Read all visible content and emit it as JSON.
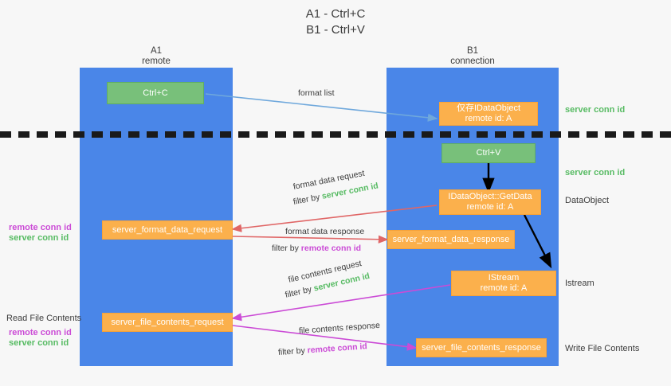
{
  "title": {
    "line1": "A1 - Ctrl+C",
    "line2": "B1 - Ctrl+V"
  },
  "columns": {
    "left": {
      "name": "A1",
      "role": "remote"
    },
    "right": {
      "name": "B1",
      "role": "connection"
    }
  },
  "colors": {
    "lane": "#4a86e8",
    "green_box": "#78c07a",
    "orange_box": "#fbb04c",
    "server_conn_id": "#57bb63",
    "remote_conn_id": "#cb4bd6",
    "arrow_blue": "#6fa8dc",
    "arrow_red": "#e06666",
    "arrow_magenta": "#cb4bd6",
    "arrow_black": "#000000",
    "divider": "#1a1a1a"
  },
  "boxes": {
    "ctrl_c": {
      "line1": "Ctrl+C",
      "line2": ""
    },
    "ctrl_v": {
      "line1": "Ctrl+V",
      "line2": ""
    },
    "idataobject": {
      "line1": "仅存IDataObject",
      "line2": "remote id: A"
    },
    "getdata": {
      "line1": "IDataObject::GetData",
      "line2": "remote id: A"
    },
    "istream": {
      "line1": "IStream",
      "line2": "remote id: A"
    },
    "fmt_req": {
      "line1": "server_format_data_request",
      "line2": ""
    },
    "fmt_resp": {
      "line1": "server_format_data_response",
      "line2": ""
    },
    "file_req": {
      "line1": "server_file_contents_request",
      "line2": ""
    },
    "file_resp": {
      "line1": "server_file_contents_response",
      "line2": ""
    }
  },
  "arrows": {
    "format_list": {
      "caption": "format list"
    },
    "format_data_request": {
      "caption": "format data request",
      "filter_prefix": "filter by ",
      "filter_value": "server conn id"
    },
    "format_data_response": {
      "caption": "format data response",
      "filter_prefix": "filter by ",
      "filter_value": "remote conn id"
    },
    "file_contents_request": {
      "caption": "file contents request",
      "filter_prefix": "filter by ",
      "filter_value": "server conn id"
    },
    "file_contents_response": {
      "caption": "file contents response",
      "filter_prefix": "filter by ",
      "filter_value": "remote conn id"
    }
  },
  "right_labels": {
    "server_conn_id_1": "server conn id",
    "server_conn_id_2": "server conn id",
    "dataobject": "DataObject",
    "istream": "Istream",
    "write_file_contents": "Write File Contents"
  },
  "left_labels": {
    "remote_conn_id_1": "remote conn id",
    "server_conn_id_1": "server conn id",
    "read_file_contents": "Read File Contents",
    "remote_conn_id_2": "remote conn id",
    "server_conn_id_2": "server conn id"
  }
}
